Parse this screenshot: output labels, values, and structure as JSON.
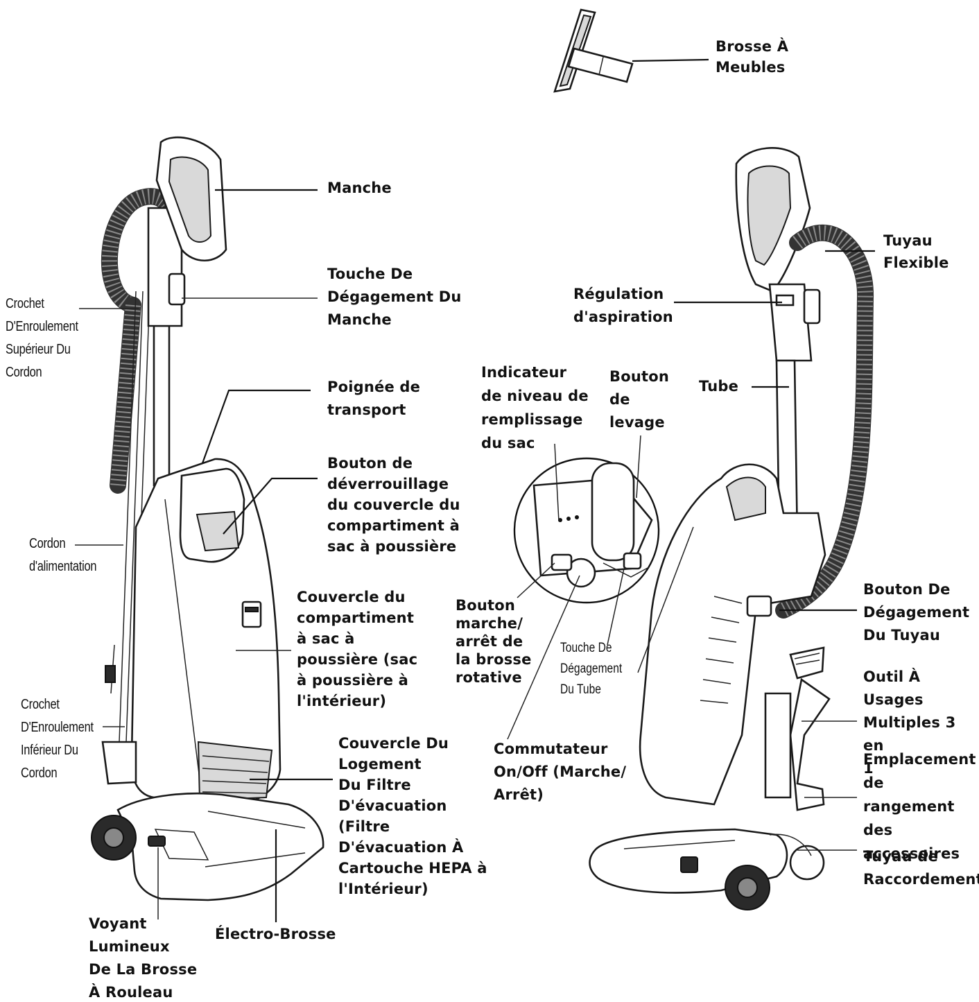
{
  "labels": {
    "furniture_brush": "Brosse À\nMeubles",
    "handle": "Manche",
    "handle_release": "Touche De\nDégagement Du\nManche",
    "upper_cord_hook": "Crochet\nD'Enroulement\nSupérieur Du\nCordon",
    "carry_handle": "Poignée de\ntransport",
    "bin_lid_release": "Bouton de\ndéverrouillage\ndu couvercle du\ncompartiment à\nsac à poussière",
    "power_cord": "Cordon\nd'alimentation",
    "bin_cover": "Couvercle du\ncompartiment\nà sac à\npoussière (sac\nà poussière à\nl'intérieur)",
    "lower_cord_hook": "Crochet\nD'Enroulement\nInférieur Du\nCordon",
    "exhaust_filter_cover": "Couvercle Du\nLogement\nDu Filtre\nD'évacuation\n(Filtre\nD'évacuation À\nCartouche HEPA à\nl'Intérieur)",
    "brush_roll_light": "Voyant\nLumineux\nDe La Brosse\nÀ Rouleau",
    "power_nozzle": "Électro-Brosse",
    "flexible_hose": "Tuyau\nFlexible",
    "suction_control": "Régulation\nd'aspiration",
    "bag_full_indicator": "Indicateur\nde niveau de\nremplissage\ndu sac",
    "lift_button": "Bouton\nde\nlevage",
    "wand": "Tube",
    "brushroll_switch": "Bouton\nmarche/\narrêt de\nla brosse\nrotative",
    "wand_release": "Touche De\nDégagement\nDu Tube",
    "on_off_switch": "Commutateur\nOn/Off (Marche/\nArrêt)",
    "hose_release": "Bouton De\nDégagement\nDu Tuyau",
    "multi_tool": "Outil À Usages\nMultiples 3 en\n1",
    "accessory_storage": "Emplacement\nde rangement\ndes\naccessoires",
    "connecting_hose": "Tuyau de\nRaccordement"
  },
  "icons": {
    "vacuum_front": "upright-vacuum-front-view",
    "vacuum_rear": "upright-vacuum-rear-view",
    "furniture_brush": "furniture-brush-tool",
    "detail_magnifier": "control-panel-detail-circle"
  },
  "colors": {
    "ink": "#111111",
    "fill": "#ffffff",
    "shade": "#d9d9d9"
  }
}
